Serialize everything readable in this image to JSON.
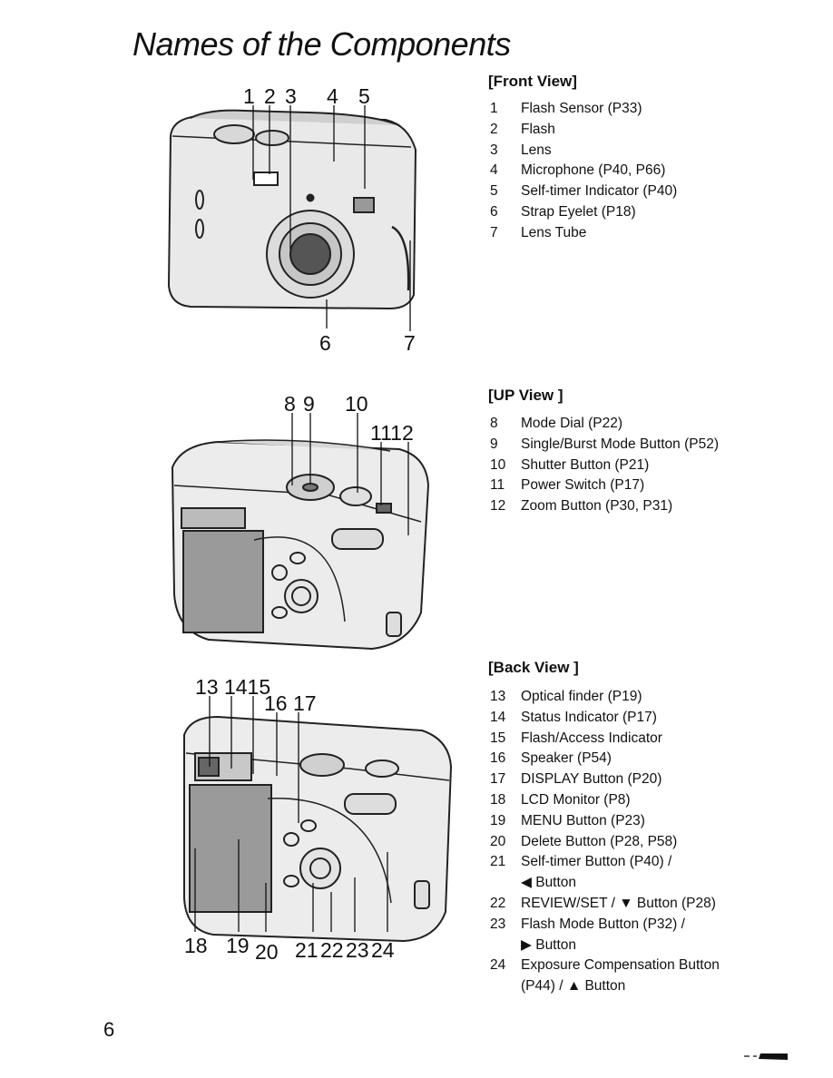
{
  "page": {
    "title": "Names of the Components",
    "page_number": "6"
  },
  "front_view": {
    "heading": "[Front View]",
    "items": [
      {
        "num": "1",
        "label": "Flash Sensor (P33)"
      },
      {
        "num": "2",
        "label": "Flash"
      },
      {
        "num": "3",
        "label": "Lens"
      },
      {
        "num": "4",
        "label": "Microphone (P40, P66)"
      },
      {
        "num": "5",
        "label": "Self-timer Indicator (P40)"
      },
      {
        "num": "6",
        "label": "Strap Eyelet (P18)"
      },
      {
        "num": "7",
        "label": "Lens Tube"
      }
    ],
    "callouts": {
      "c1": "1",
      "c2": "2",
      "c3": "3",
      "c4": "4",
      "c5": "5",
      "c6": "6",
      "c7": "7"
    }
  },
  "up_view": {
    "heading": "[UP View ]",
    "items": [
      {
        "num": "8",
        "label": "Mode Dial (P22)"
      },
      {
        "num": "9",
        "label": "Single/Burst Mode Button (P52)"
      },
      {
        "num": "10",
        "label": "Shutter Button (P21)"
      },
      {
        "num": "11",
        "label": "Power Switch (P17)"
      },
      {
        "num": "12",
        "label": "Zoom Button (P30, P31)"
      }
    ],
    "callouts": {
      "c8": "8",
      "c9": "9",
      "c10": "10",
      "c1112": "1112"
    }
  },
  "back_view": {
    "heading": "[Back View ]",
    "items": [
      {
        "num": "13",
        "label": "Optical finder (P19)"
      },
      {
        "num": "14",
        "label": "Status Indicator (P17)"
      },
      {
        "num": "15",
        "label": "Flash/Access Indicator"
      },
      {
        "num": "16",
        "label": "Speaker (P54)"
      },
      {
        "num": "17",
        "label": "DISPLAY Button (P20)"
      },
      {
        "num": "18",
        "label": "LCD Monitor (P8)"
      },
      {
        "num": "19",
        "label": "MENU Button (P23)"
      },
      {
        "num": "20",
        "label": "Delete Button (P28, P58)"
      },
      {
        "num": "21",
        "label": "Self-timer Button (P40) /",
        "sub": "◀ Button"
      },
      {
        "num": "22",
        "label": "REVIEW/SET / ▼ Button (P28)"
      },
      {
        "num": "23",
        "label": "Flash Mode Button (P32) /",
        "sub": "▶ Button"
      },
      {
        "num": "24",
        "label": "Exposure Compensation Button",
        "sub": "(P44) / ▲ Button"
      }
    ],
    "callouts": {
      "c131415": "13 1415",
      "c1617": "16 17",
      "c18": "18",
      "c19": "19",
      "c20": "20",
      "c21": "21",
      "c22": "22",
      "c23": "23",
      "c24": "24"
    }
  }
}
